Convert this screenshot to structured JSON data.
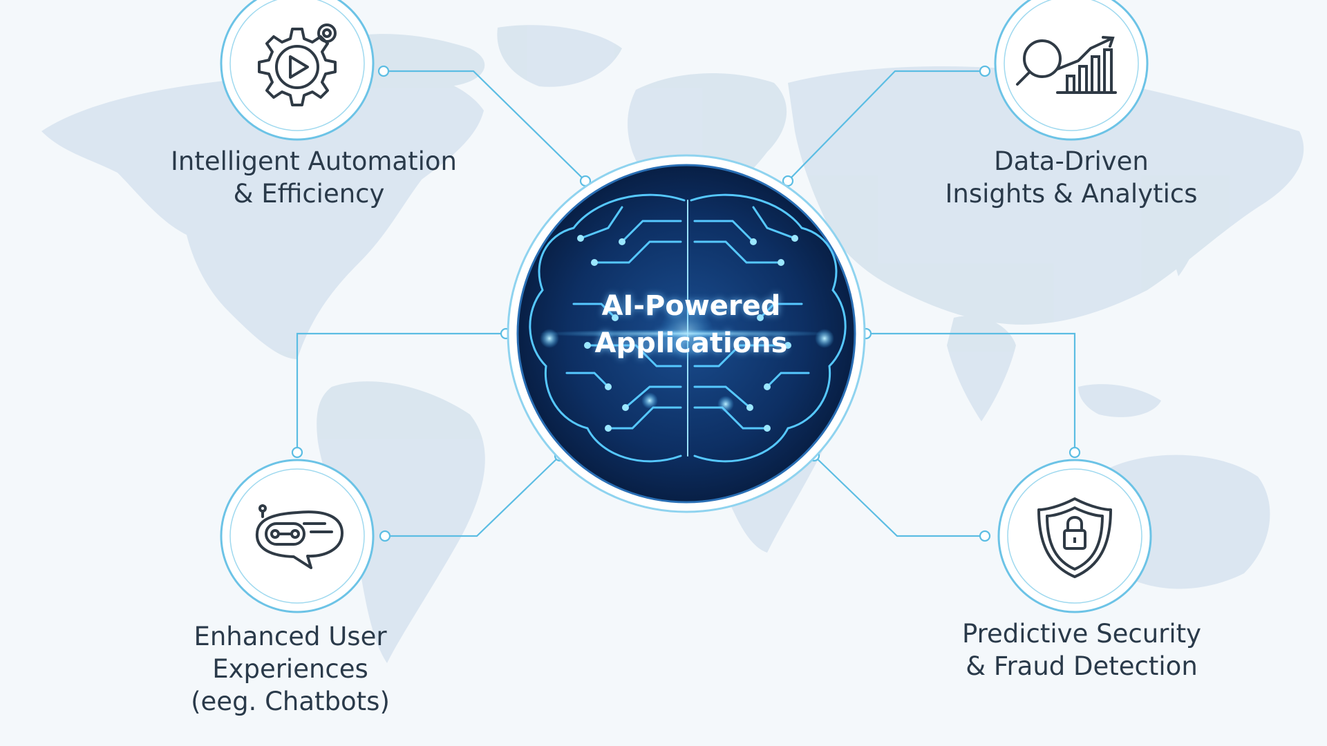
{
  "center": {
    "line1": "AI-Powered",
    "line2": "Applications"
  },
  "nodes": [
    {
      "id": "automation",
      "icon": "gear-play-icon",
      "lines": [
        "Intelligent Automation",
        "& Efficiency"
      ]
    },
    {
      "id": "analytics",
      "icon": "magnifier-chart-icon",
      "lines": [
        "Data-Driven",
        "Insights & Analytics"
      ]
    },
    {
      "id": "ux",
      "icon": "chatbot-icon",
      "lines": [
        "Enhanced User",
        "Experiences",
        "(eeg. Chatbots)"
      ]
    },
    {
      "id": "security",
      "icon": "shield-lock-icon",
      "lines": [
        "Predictive Security",
        "& Fraud Detection"
      ]
    }
  ],
  "colors": {
    "background": "#f4f8fb",
    "map": "#d6e3ee",
    "connector": "#5bbde3",
    "ring": "#6cc3e6",
    "icon": "#2f3a45",
    "label": "#2a3a4a",
    "core": "#0b2a5a",
    "glow": "#3fb8ff"
  }
}
